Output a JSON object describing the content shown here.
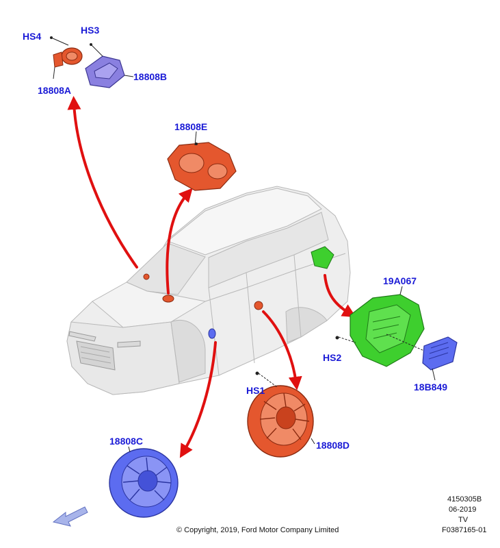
{
  "colors": {
    "callout": "#1a1ad6",
    "arrow": "#e01010",
    "car_body": "#eeeeee",
    "car_outline": "#b8b8b8",
    "part_orange": "#e4572e",
    "part_purple": "#8a80e0",
    "part_green": "#3ecf2e",
    "part_blue": "#5c6cf0",
    "nav_arrow": "#a8b4ea"
  },
  "callouts": {
    "hs4": "HS4",
    "hs3": "HS3",
    "p18808a": "18808A",
    "p18808b": "18808B",
    "p18808e": "18808E",
    "p19a067": "19A067",
    "hs2": "HS2",
    "p18b849": "18B849",
    "hs1": "HS1",
    "p18808c": "18808C",
    "p18808d": "18808D"
  },
  "footer": {
    "ref_number": "4150305B",
    "date": "06-2019",
    "code": "TV",
    "figure_id": "F0387165-01",
    "copyright": "© Copyright, 2019, Ford Motor Company Limited"
  }
}
